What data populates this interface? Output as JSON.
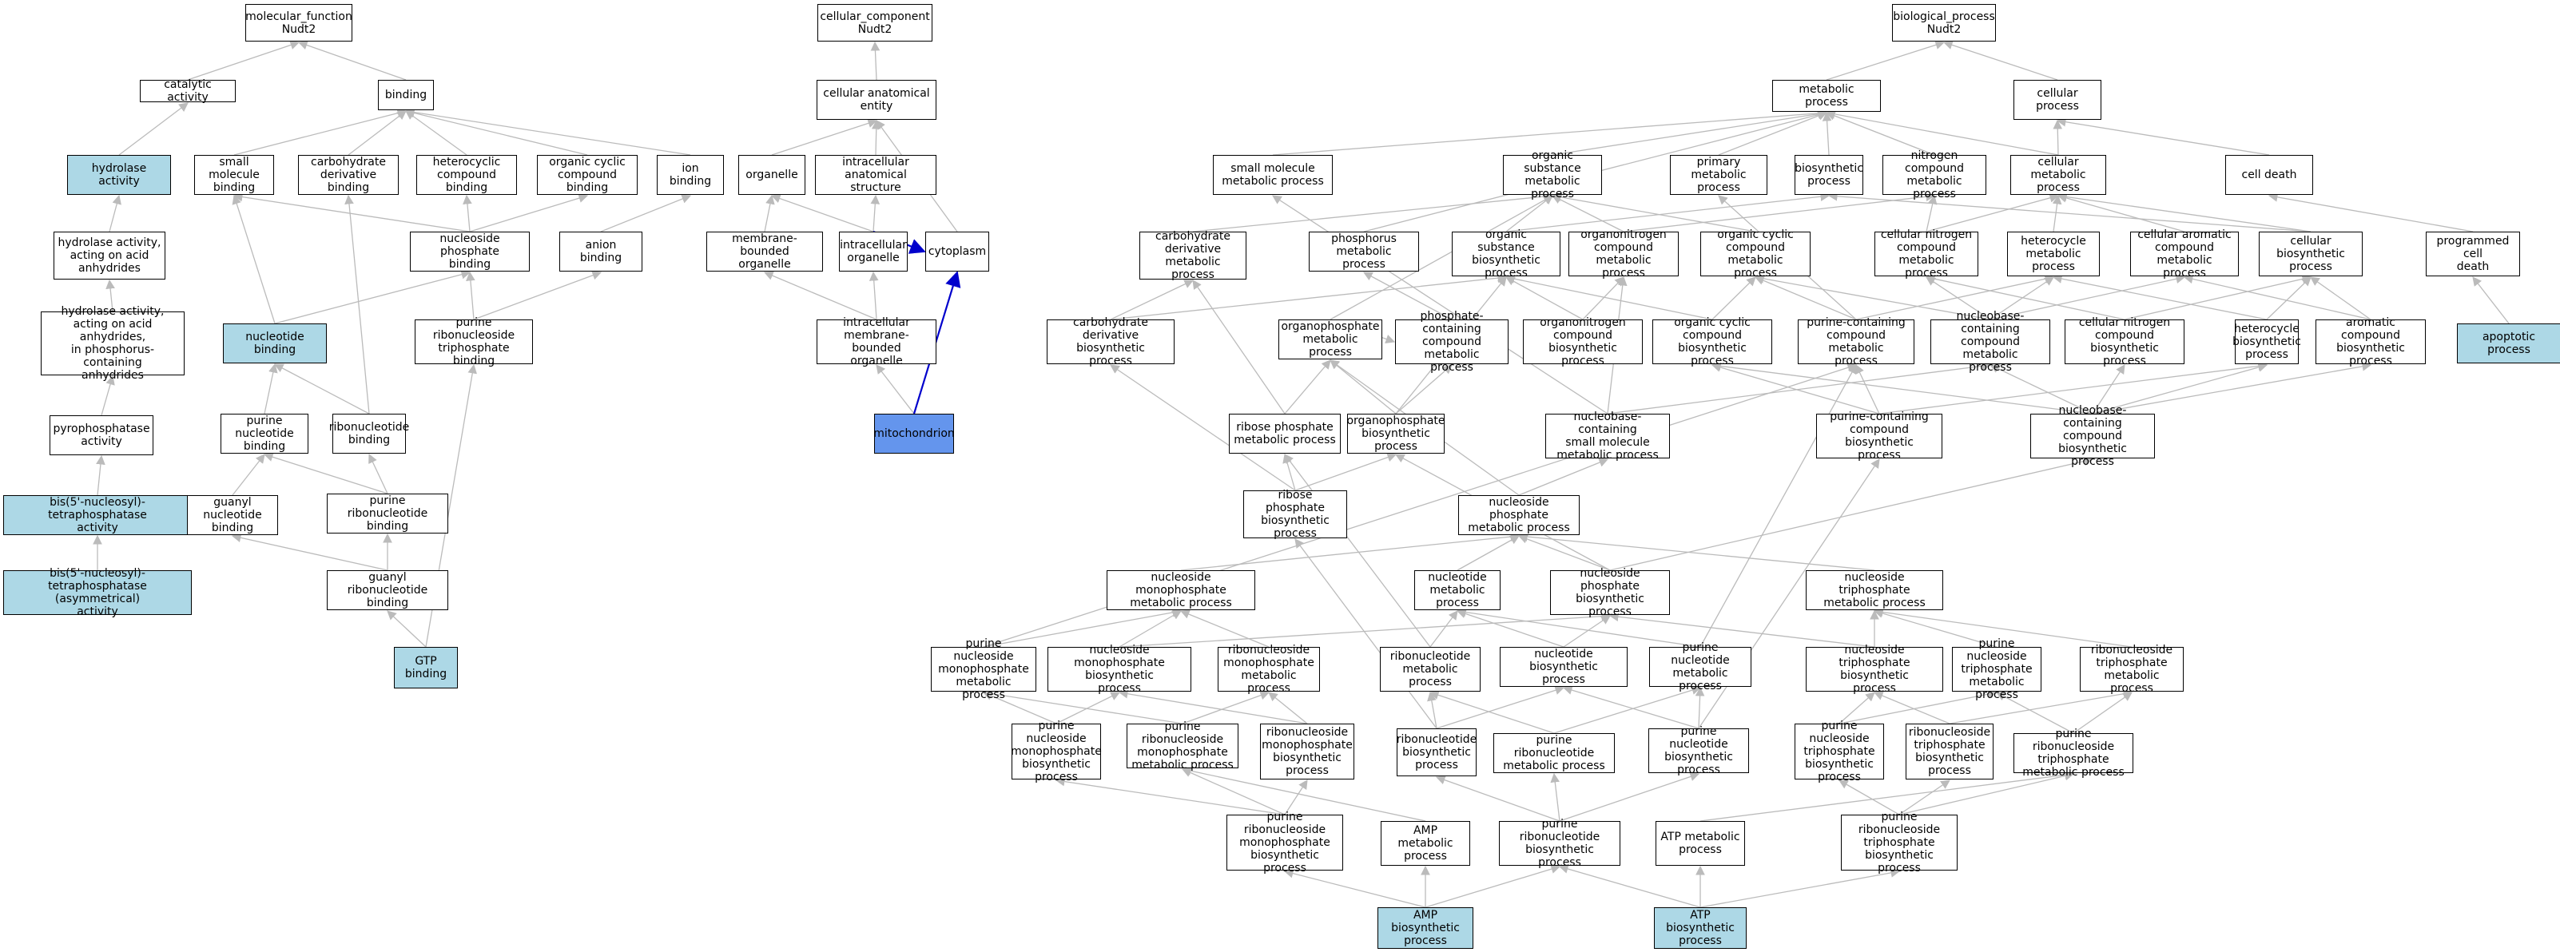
{
  "colors": {
    "default_fill": "#ffffff",
    "annotated_fill": "#add8e6",
    "focus_fill": "#6495ed",
    "edge_gray": "#bbbbbb",
    "edge_blue": "#0000cc"
  },
  "nodes": [
    {
      "id": "mf",
      "label": "molecular_function\nNudt2"
    },
    {
      "id": "catalytic",
      "label": "catalytic activity"
    },
    {
      "id": "binding",
      "label": "binding"
    },
    {
      "id": "hydrolase",
      "label": "hydrolase activity",
      "fill": "annotated"
    },
    {
      "id": "smallmol",
      "label": "small molecule\nbinding"
    },
    {
      "id": "carbderiv",
      "label": "carbohydrate\nderivative binding"
    },
    {
      "id": "hetcomp",
      "label": "heterocyclic\ncompound binding"
    },
    {
      "id": "orgcyc",
      "label": "organic cyclic\ncompound binding"
    },
    {
      "id": "ionb",
      "label": "ion binding"
    },
    {
      "id": "hydacid",
      "label": "hydrolase activity,\nacting on acid\nanhydrides"
    },
    {
      "id": "nucphosb",
      "label": "nucleoside phosphate\nbinding"
    },
    {
      "id": "anionb",
      "label": "anion binding"
    },
    {
      "id": "hydphos",
      "label": "hydrolase activity,\nacting on acid\nanhydrides,\nin phosphorus-containing\nanhydrides"
    },
    {
      "id": "nucleotideb",
      "label": "nucleotide binding",
      "fill": "annotated"
    },
    {
      "id": "purribotri",
      "label": "purine ribonucleoside\ntriphosphate\nbinding"
    },
    {
      "id": "pyro",
      "label": "pyrophosphatase\nactivity"
    },
    {
      "id": "purnucb",
      "label": "purine nucleotide\nbinding"
    },
    {
      "id": "ribonucb",
      "label": "ribonucleotide\nbinding"
    },
    {
      "id": "bis",
      "label": "bis(5'-nucleosyl)-tetraphosphatase\nactivity",
      "fill": "annotated"
    },
    {
      "id": "guanylnb",
      "label": "guanyl nucleotide\nbinding"
    },
    {
      "id": "purribob",
      "label": "purine ribonucleotide\nbinding"
    },
    {
      "id": "bisasym",
      "label": "bis(5'-nucleosyl)-tetraphosphatase\n(asymmetrical)\nactivity",
      "fill": "annotated"
    },
    {
      "id": "guanylrib",
      "label": "guanyl ribonucleotide\nbinding"
    },
    {
      "id": "gtp",
      "label": "GTP binding",
      "fill": "annotated"
    },
    {
      "id": "cc",
      "label": "cellular_component\nNudt2"
    },
    {
      "id": "cae",
      "label": "cellular anatomical\nentity"
    },
    {
      "id": "organelle",
      "label": "organelle"
    },
    {
      "id": "intraanat",
      "label": "intracellular\nanatomical structure"
    },
    {
      "id": "mbo",
      "label": "membrane-bounded\norganelle"
    },
    {
      "id": "intraorg",
      "label": "intracellular\norganelle"
    },
    {
      "id": "cytoplasm",
      "label": "cytoplasm"
    },
    {
      "id": "intrambo",
      "label": "intracellular\nmembrane-bounded\norganelle"
    },
    {
      "id": "mito",
      "label": "mitochondrion",
      "fill": "focus"
    },
    {
      "id": "bp",
      "label": "biological_process\nNudt2"
    },
    {
      "id": "metab",
      "label": "metabolic process"
    },
    {
      "id": "cellproc",
      "label": "cellular process"
    },
    {
      "id": "smallmolmet",
      "label": "small molecule\nmetabolic process"
    },
    {
      "id": "orgsubmet",
      "label": "organic substance\nmetabolic process"
    },
    {
      "id": "primmet",
      "label": "primary metabolic\nprocess"
    },
    {
      "id": "biosyn",
      "label": "biosynthetic\nprocess"
    },
    {
      "id": "nitcompmet",
      "label": "nitrogen compound\nmetabolic process"
    },
    {
      "id": "cellmet",
      "label": "cellular metabolic\nprocess"
    },
    {
      "id": "celldeath",
      "label": "cell death"
    },
    {
      "id": "carbderivmet",
      "label": "carbohydrate\nderivative metabolic\nprocess"
    },
    {
      "id": "phosmet",
      "label": "phosphorus metabolic\nprocess"
    },
    {
      "id": "orgsubbio",
      "label": "organic substance\nbiosynthetic\nprocess"
    },
    {
      "id": "organonitmet",
      "label": "organonitrogen\ncompound metabolic\nprocess"
    },
    {
      "id": "orgcycmet",
      "label": "organic cyclic\ncompound metabolic\nprocess"
    },
    {
      "id": "cellnitmet",
      "label": "cellular nitrogen\ncompound metabolic\nprocess"
    },
    {
      "id": "hetmet",
      "label": "heterocycle\nmetabolic process"
    },
    {
      "id": "cellaromet",
      "label": "cellular aromatic\ncompound metabolic\nprocess"
    },
    {
      "id": "cellbio",
      "label": "cellular biosynthetic\nprocess"
    },
    {
      "id": "progdeath",
      "label": "programmed cell\ndeath"
    },
    {
      "id": "carbderivbio",
      "label": "carbohydrate\nderivative biosynthetic\nprocess"
    },
    {
      "id": "organophosmet",
      "label": "organophosphate\nmetabolic process"
    },
    {
      "id": "phoscontmet",
      "label": "phosphate-containing\ncompound metabolic\nprocess"
    },
    {
      "id": "organonitbio",
      "label": "organonitrogen\ncompound biosynthetic\nprocess"
    },
    {
      "id": "orgcycbio",
      "label": "organic cyclic\ncompound biosynthetic\nprocess"
    },
    {
      "id": "purcontmet",
      "label": "purine-containing\ncompound metabolic\nprocess"
    },
    {
      "id": "nbcontmet",
      "label": "nucleobase-containing\ncompound metabolic\nprocess"
    },
    {
      "id": "cellnitbio",
      "label": "cellular nitrogen\ncompound biosynthetic\nprocess"
    },
    {
      "id": "hetbio",
      "label": "heterocycle\nbiosynthetic\nprocess"
    },
    {
      "id": "arobio",
      "label": "aromatic compound\nbiosynthetic\nprocess"
    },
    {
      "id": "apop",
      "label": "apoptotic process",
      "fill": "annotated"
    },
    {
      "id": "ribphosmet",
      "label": "ribose phosphate\nmetabolic process"
    },
    {
      "id": "organophosbio",
      "label": "organophosphate\nbiosynthetic\nprocess"
    },
    {
      "id": "nbsmallmet",
      "label": "nucleobase-containing\nsmall molecule\nmetabolic process"
    },
    {
      "id": "purcontbio",
      "label": "purine-containing\ncompound biosynthetic\nprocess"
    },
    {
      "id": "nbcontbio",
      "label": "nucleobase-containing\ncompound biosynthetic\nprocess"
    },
    {
      "id": "ribphosbio",
      "label": "ribose phosphate\nbiosynthetic\nprocess"
    },
    {
      "id": "nucphosmet",
      "label": "nucleoside phosphate\nmetabolic process"
    },
    {
      "id": "nucmonomet",
      "label": "nucleoside monophosphate\nmetabolic process"
    },
    {
      "id": "nucleotidemet",
      "label": "nucleotide metabolic\nprocess"
    },
    {
      "id": "nucphosbio",
      "label": "nucleoside phosphate\nbiosynthetic\nprocess"
    },
    {
      "id": "nuctrimet",
      "label": "nucleoside triphosphate\nmetabolic process"
    },
    {
      "id": "purnucmonomet",
      "label": "purine nucleoside\nmonophosphate\nmetabolic process"
    },
    {
      "id": "nucmonobio",
      "label": "nucleoside monophosphate\nbiosynthetic\nprocess"
    },
    {
      "id": "ribomonomet",
      "label": "ribonucleoside\nmonophosphate\nmetabolic process"
    },
    {
      "id": "ribonucmet",
      "label": "ribonucleotide\nmetabolic process"
    },
    {
      "id": "nucleotidebio",
      "label": "nucleotide biosynthetic\nprocess"
    },
    {
      "id": "purnucmet",
      "label": "purine nucleotide\nmetabolic process"
    },
    {
      "id": "nuctribio",
      "label": "nucleoside triphosphate\nbiosynthetic\nprocess"
    },
    {
      "id": "purnuctrimet",
      "label": "purine nucleoside\ntriphosphate\nmetabolic process"
    },
    {
      "id": "ribotrimet",
      "label": "ribonucleoside\ntriphosphate\nmetabolic process"
    },
    {
      "id": "purnucmonobio",
      "label": "purine nucleoside\nmonophosphate\nbiosynthetic\nprocess"
    },
    {
      "id": "purribomonomet",
      "label": "purine ribonucleoside\nmonophosphate\nmetabolic process"
    },
    {
      "id": "ribomonobio",
      "label": "ribonucleoside\nmonophosphate\nbiosynthetic\nprocess"
    },
    {
      "id": "ribonucbio",
      "label": "ribonucleotide\nbiosynthetic\nprocess"
    },
    {
      "id": "purribonucmet",
      "label": "purine ribonucleotide\nmetabolic process"
    },
    {
      "id": "purnucbio",
      "label": "purine nucleotide\nbiosynthetic\nprocess"
    },
    {
      "id": "purnuctribio",
      "label": "purine nucleoside\ntriphosphate\nbiosynthetic\nprocess"
    },
    {
      "id": "ribotribio",
      "label": "ribonucleoside\ntriphosphate\nbiosynthetic\nprocess"
    },
    {
      "id": "purribotrimet",
      "label": "purine ribonucleoside\ntriphosphate\nmetabolic process"
    },
    {
      "id": "purribomonobio",
      "label": "purine ribonucleoside\nmonophosphate\nbiosynthetic\nprocess"
    },
    {
      "id": "ampmet",
      "label": "AMP metabolic\nprocess"
    },
    {
      "id": "purribonucbio",
      "label": "purine ribonucleotide\nbiosynthetic\nprocess"
    },
    {
      "id": "atpmet",
      "label": "ATP metabolic\nprocess"
    },
    {
      "id": "purribotribio",
      "label": "purine ribonucleoside\ntriphosphate\nbiosynthetic\nprocess"
    },
    {
      "id": "ampbio",
      "label": "AMP biosynthetic\nprocess",
      "fill": "annotated"
    },
    {
      "id": "atpbio",
      "label": "ATP biosynthetic\nprocess",
      "fill": "annotated"
    }
  ],
  "edges": [
    [
      "catalytic",
      "mf"
    ],
    [
      "binding",
      "mf"
    ],
    [
      "hydrolase",
      "catalytic"
    ],
    [
      "smallmol",
      "binding"
    ],
    [
      "carbderiv",
      "binding"
    ],
    [
      "hetcomp",
      "binding"
    ],
    [
      "orgcyc",
      "binding"
    ],
    [
      "ionb",
      "binding"
    ],
    [
      "hydacid",
      "hydrolase"
    ],
    [
      "nucphosb",
      "hetcomp"
    ],
    [
      "nucphosb",
      "orgcyc"
    ],
    [
      "nucphosb",
      "smallmol"
    ],
    [
      "anionb",
      "ionb"
    ],
    [
      "hydphos",
      "hydacid"
    ],
    [
      "nucleotideb",
      "nucphosb"
    ],
    [
      "nucleotideb",
      "smallmol"
    ],
    [
      "purribotri",
      "nucphosb"
    ],
    [
      "purribotri",
      "anionb"
    ],
    [
      "pyro",
      "hydphos"
    ],
    [
      "purnucb",
      "nucleotideb"
    ],
    [
      "ribonucb",
      "nucleotideb"
    ],
    [
      "ribonucb",
      "carbderiv"
    ],
    [
      "bis",
      "pyro"
    ],
    [
      "guanylnb",
      "purnucb"
    ],
    [
      "purribob",
      "purnucb"
    ],
    [
      "purribob",
      "ribonucb"
    ],
    [
      "bisasym",
      "bis"
    ],
    [
      "guanylrib",
      "guanylnb"
    ],
    [
      "guanylrib",
      "purribob"
    ],
    [
      "gtp",
      "guanylrib"
    ],
    [
      "gtp",
      "purribotri"
    ],
    [
      "cae",
      "cc"
    ],
    [
      "organelle",
      "cae"
    ],
    [
      "intraanat",
      "cae"
    ],
    [
      "cytoplasm",
      "cae"
    ],
    [
      "mbo",
      "organelle"
    ],
    [
      "intraorg",
      "organelle"
    ],
    [
      "intraorg",
      "intraanat"
    ],
    [
      "intrambo",
      "mbo"
    ],
    [
      "intrambo",
      "intraorg"
    ],
    [
      "mito",
      "intrambo"
    ],
    [
      "metab",
      "bp"
    ],
    [
      "cellproc",
      "bp"
    ],
    [
      "smallmolmet",
      "metab"
    ],
    [
      "orgsubmet",
      "metab"
    ],
    [
      "primmet",
      "metab"
    ],
    [
      "biosyn",
      "metab"
    ],
    [
      "nitcompmet",
      "metab"
    ],
    [
      "cellmet",
      "metab"
    ],
    [
      "cellmet",
      "cellproc"
    ],
    [
      "celldeath",
      "cellproc"
    ],
    [
      "carbderivmet",
      "orgsubmet"
    ],
    [
      "phosmet",
      "metab"
    ],
    [
      "orgsubbio",
      "orgsubmet"
    ],
    [
      "orgsubbio",
      "biosyn"
    ],
    [
      "organonitmet",
      "orgsubmet"
    ],
    [
      "organonitmet",
      "nitcompmet"
    ],
    [
      "orgcycmet",
      "orgsubmet"
    ],
    [
      "cellnitmet",
      "cellmet"
    ],
    [
      "cellnitmet",
      "nitcompmet"
    ],
    [
      "hetmet",
      "cellmet"
    ],
    [
      "cellaromet",
      "cellmet"
    ],
    [
      "cellbio",
      "cellmet"
    ],
    [
      "cellbio",
      "biosyn"
    ],
    [
      "progdeath",
      "celldeath"
    ],
    [
      "carbderivbio",
      "carbderivmet"
    ],
    [
      "carbderivbio",
      "orgsubbio"
    ],
    [
      "organophosmet",
      "phoscontmet"
    ],
    [
      "organophosmet",
      "orgsubmet"
    ],
    [
      "phoscontmet",
      "phosmet"
    ],
    [
      "organonitbio",
      "organonitmet"
    ],
    [
      "organonitbio",
      "orgsubbio"
    ],
    [
      "orgcycbio",
      "orgcycmet"
    ],
    [
      "orgcycbio",
      "orgsubbio"
    ],
    [
      "purcontmet",
      "orgcycmet"
    ],
    [
      "purcontmet",
      "hetmet"
    ],
    [
      "purcontmet",
      "primmet"
    ],
    [
      "nbcontmet",
      "cellaromet"
    ],
    [
      "nbcontmet",
      "hetmet"
    ],
    [
      "nbcontmet",
      "orgcycmet"
    ],
    [
      "nbcontmet",
      "cellnitmet"
    ],
    [
      "cellnitbio",
      "cellnitmet"
    ],
    [
      "cellnitbio",
      "cellbio"
    ],
    [
      "hetbio",
      "hetmet"
    ],
    [
      "hetbio",
      "cellbio"
    ],
    [
      "arobio",
      "cellaromet"
    ],
    [
      "arobio",
      "cellbio"
    ],
    [
      "apop",
      "progdeath"
    ],
    [
      "ribphosmet",
      "carbderivmet"
    ],
    [
      "ribphosmet",
      "organophosmet"
    ],
    [
      "organophosbio",
      "organophosmet"
    ],
    [
      "organophosbio",
      "orgsubbio"
    ],
    [
      "organophosbio",
      "phoscontmet"
    ],
    [
      "nbsmallmet",
      "smallmolmet"
    ],
    [
      "nbsmallmet",
      "nbcontmet"
    ],
    [
      "nbsmallmet",
      "organonitmet"
    ],
    [
      "purcontbio",
      "purcontmet"
    ],
    [
      "purcontbio",
      "orgcycbio"
    ],
    [
      "purcontbio",
      "hetbio"
    ],
    [
      "nbcontbio",
      "nbcontmet"
    ],
    [
      "nbcontbio",
      "cellnitbio"
    ],
    [
      "nbcontbio",
      "arobio"
    ],
    [
      "nbcontbio",
      "hetbio"
    ],
    [
      "nbcontbio",
      "orgcycbio"
    ],
    [
      "ribphosbio",
      "ribphosmet"
    ],
    [
      "ribphosbio",
      "organophosbio"
    ],
    [
      "ribphosbio",
      "carbderivbio"
    ],
    [
      "nucphosmet",
      "nbsmallmet"
    ],
    [
      "nucphosmet",
      "organophosmet"
    ],
    [
      "nucmonomet",
      "nucphosmet"
    ],
    [
      "nucleotidemet",
      "nucphosmet"
    ],
    [
      "nucphosbio",
      "nucphosmet"
    ],
    [
      "nucphosbio",
      "organophosbio"
    ],
    [
      "nucphosbio",
      "nbcontbio"
    ],
    [
      "nuctrimet",
      "nucphosmet"
    ],
    [
      "purnucmonomet",
      "nucmonomet"
    ],
    [
      "purnucmonomet",
      "purcontmet"
    ],
    [
      "nucmonobio",
      "nucmonomet"
    ],
    [
      "nucmonobio",
      "nucphosbio"
    ],
    [
      "ribomonomet",
      "nucmonomet"
    ],
    [
      "ribonucmet",
      "nucleotidemet"
    ],
    [
      "ribonucmet",
      "ribphosmet"
    ],
    [
      "nucleotidebio",
      "nucleotidemet"
    ],
    [
      "nucleotidebio",
      "nucphosbio"
    ],
    [
      "purnucmet",
      "nucleotidemet"
    ],
    [
      "purnucmet",
      "purcontmet"
    ],
    [
      "nuctribio",
      "nuctrimet"
    ],
    [
      "nuctribio",
      "nucphosbio"
    ],
    [
      "purnuctrimet",
      "nuctrimet"
    ],
    [
      "ribotrimet",
      "nuctrimet"
    ],
    [
      "purnucmonobio",
      "purnucmonomet"
    ],
    [
      "purnucmonobio",
      "nucmonobio"
    ],
    [
      "purribomonomet",
      "purnucmonomet"
    ],
    [
      "purribomonomet",
      "ribomonomet"
    ],
    [
      "ribomonobio",
      "ribomonomet"
    ],
    [
      "ribomonobio",
      "nucmonobio"
    ],
    [
      "ribonucbio",
      "ribonucmet"
    ],
    [
      "ribonucbio",
      "nucleotidebio"
    ],
    [
      "ribonucbio",
      "ribphosbio"
    ],
    [
      "purribonucmet",
      "ribonucmet"
    ],
    [
      "purribonucmet",
      "purnucmet"
    ],
    [
      "purnucbio",
      "purnucmet"
    ],
    [
      "purnucbio",
      "nucleotidebio"
    ],
    [
      "purnucbio",
      "purcontbio"
    ],
    [
      "purnuctribio",
      "purnuctrimet"
    ],
    [
      "purnuctribio",
      "nuctribio"
    ],
    [
      "ribotribio",
      "ribotrimet"
    ],
    [
      "ribotribio",
      "nuctribio"
    ],
    [
      "purribotrimet",
      "purnuctrimet"
    ],
    [
      "purribotrimet",
      "ribotrimet"
    ],
    [
      "purribomonobio",
      "purribomonomet"
    ],
    [
      "purribomonobio",
      "purnucmonobio"
    ],
    [
      "purribomonobio",
      "ribomonobio"
    ],
    [
      "ampmet",
      "purribomonomet"
    ],
    [
      "purribonucbio",
      "purribonucmet"
    ],
    [
      "purribonucbio",
      "ribonucbio"
    ],
    [
      "purribonucbio",
      "purnucbio"
    ],
    [
      "atpmet",
      "purribotrimet"
    ],
    [
      "purribotribio",
      "purribotrimet"
    ],
    [
      "purribotribio",
      "purnuctribio"
    ],
    [
      "purribotribio",
      "ribotribio"
    ],
    [
      "ampbio",
      "ampmet"
    ],
    [
      "ampbio",
      "purribomonobio"
    ],
    [
      "ampbio",
      "purribonucbio"
    ],
    [
      "atpbio",
      "atpmet"
    ],
    [
      "atpbio",
      "purribotribio"
    ],
    [
      "atpbio",
      "purribonucbio"
    ]
  ],
  "highlight_edges": [
    [
      "intraorg",
      "cytoplasm"
    ],
    [
      "mito",
      "cytoplasm"
    ]
  ]
}
